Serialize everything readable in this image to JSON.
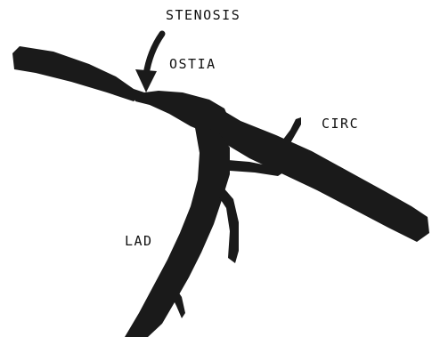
{
  "diagram": {
    "labels": {
      "stenosis": "STENOSIS",
      "ostia": "OSTIA",
      "circ": "CIRC",
      "lad": "LAD"
    },
    "colors": {
      "vessel": "#1a1a1a",
      "text": "#111111",
      "background": "#ffffff"
    },
    "icons": {
      "pointer": "curved-arrow-icon"
    }
  }
}
